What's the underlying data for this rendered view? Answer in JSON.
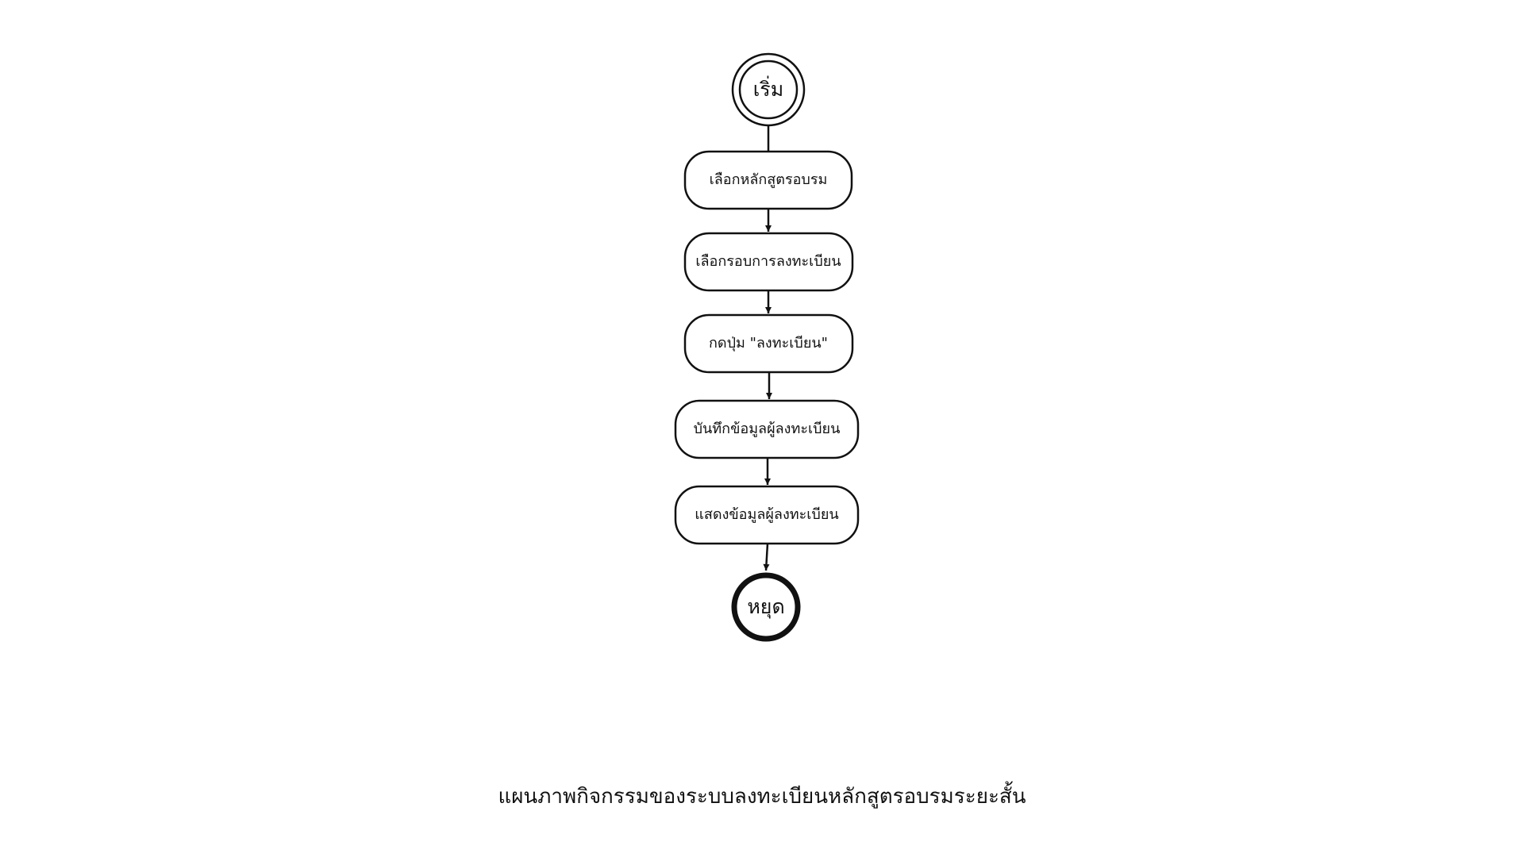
{
  "diagram": {
    "start": {
      "label": "เริ่ม"
    },
    "actions": [
      {
        "label": "เลือกหลักสูตรอบรม"
      },
      {
        "label": "เลือกรอบการลงทะเบียน"
      },
      {
        "label": "กดปุ่ม \"ลงทะเบียน\""
      },
      {
        "label": "บันทึกข้อมูลผู้ลงทะเบียน"
      },
      {
        "label": "แสดงข้อมูลผู้ลงทะเบียน"
      }
    ],
    "end": {
      "label": "หยุด"
    },
    "flow": [
      [
        "start",
        "action-0"
      ],
      [
        "action-0",
        "action-1"
      ],
      [
        "action-1",
        "action-2"
      ],
      [
        "action-2",
        "action-3"
      ],
      [
        "action-3",
        "action-4"
      ],
      [
        "action-4",
        "end"
      ]
    ]
  },
  "caption": "แผนภาพกิจกรรมของระบบลงทะเบียนหลักสูตรอบรมระยะสั้น"
}
